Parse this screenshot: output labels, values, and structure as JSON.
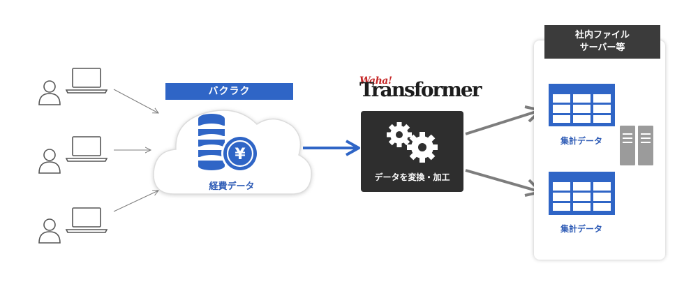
{
  "cloud": {
    "header": "バクラク",
    "label": "経費データ"
  },
  "logo": {
    "small": "Waha!",
    "main": "Transformer"
  },
  "transformer": {
    "label": "データを変換・加工"
  },
  "server": {
    "header_line1": "社内ファイル",
    "header_line2": "サーバー等",
    "tables": [
      {
        "label": "集計データ"
      },
      {
        "label": "集計データ"
      }
    ]
  },
  "colors": {
    "blue": "#2f65c6",
    "dark": "#2e2e2e",
    "gray_arrow": "#7d7d7d",
    "user_stroke": "#555555"
  },
  "icons": {
    "user": "user-icon",
    "laptop": "laptop-icon",
    "coins": "coin-stack-icon",
    "yen": "yen-coin-icon",
    "gears": "gears-icon",
    "table": "table-grid-icon",
    "server": "server-icon"
  }
}
